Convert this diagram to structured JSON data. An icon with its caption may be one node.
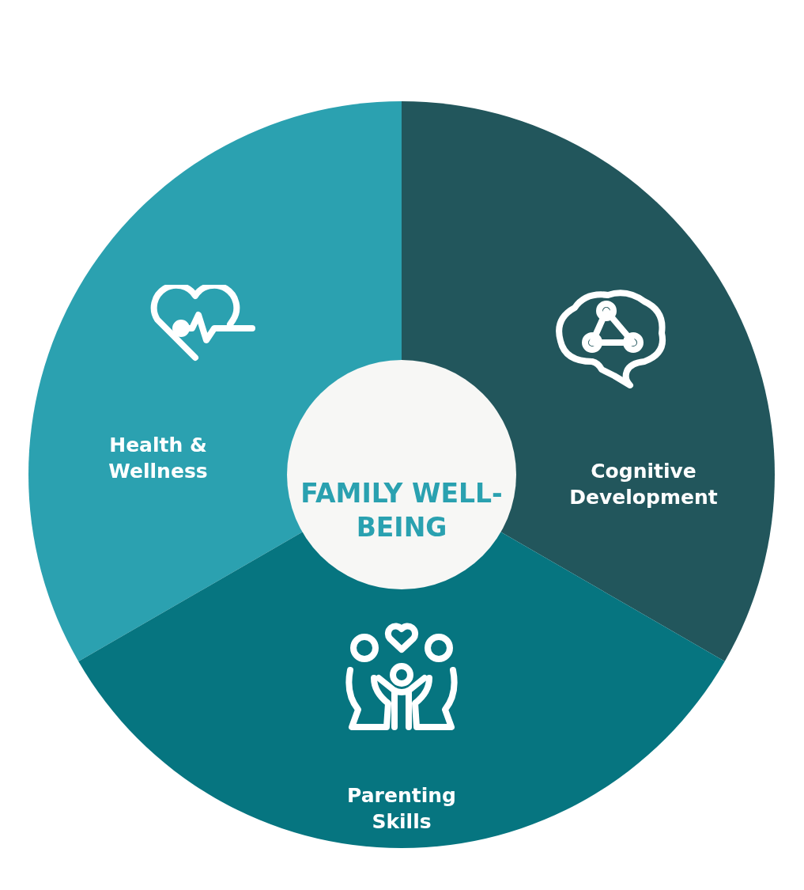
{
  "diagram": {
    "nodes": [
      {
        "text": [
          "FAMILY WELL-BEING"
        ]
      },
      {
        "text": [
          "Health & Wellness"
        ]
      },
      {
        "text": [
          "Cognitive Development"
        ]
      },
      {
        "text": [
          "Parenting Skills"
        ]
      }
    ]
  }
}
